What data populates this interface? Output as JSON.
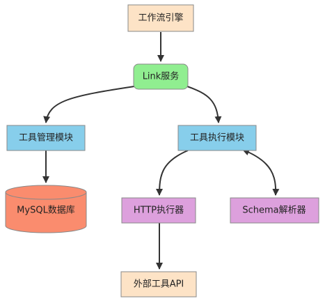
{
  "colors": {
    "engine": "#fde3c6",
    "service": "#90ee90",
    "module": "#87ceeb",
    "database": "#fa8c6e",
    "executor": "#dda0dd",
    "external": "#fde3c6",
    "edge": "#333333",
    "border": "#888888"
  },
  "nodes": {
    "workflow_engine": {
      "label": "工作流引擎"
    },
    "link_service": {
      "label": "Link服务"
    },
    "tool_management": {
      "label": "工具管理模块"
    },
    "tool_execution": {
      "label": "工具执行模块"
    },
    "mysql_database": {
      "label": "MySQL数据库"
    },
    "http_executor": {
      "label": "HTTP执行器"
    },
    "schema_parser": {
      "label": "Schema解析器"
    },
    "external_api": {
      "label": "外部工具API"
    }
  },
  "edges": [
    {
      "from": "workflow_engine",
      "to": "link_service"
    },
    {
      "from": "link_service",
      "to": "tool_management"
    },
    {
      "from": "link_service",
      "to": "tool_execution"
    },
    {
      "from": "tool_management",
      "to": "mysql_database"
    },
    {
      "from": "tool_execution",
      "to": "http_executor"
    },
    {
      "from": "tool_execution",
      "to": "schema_parser",
      "bidirectional": true
    },
    {
      "from": "http_executor",
      "to": "external_api"
    }
  ]
}
